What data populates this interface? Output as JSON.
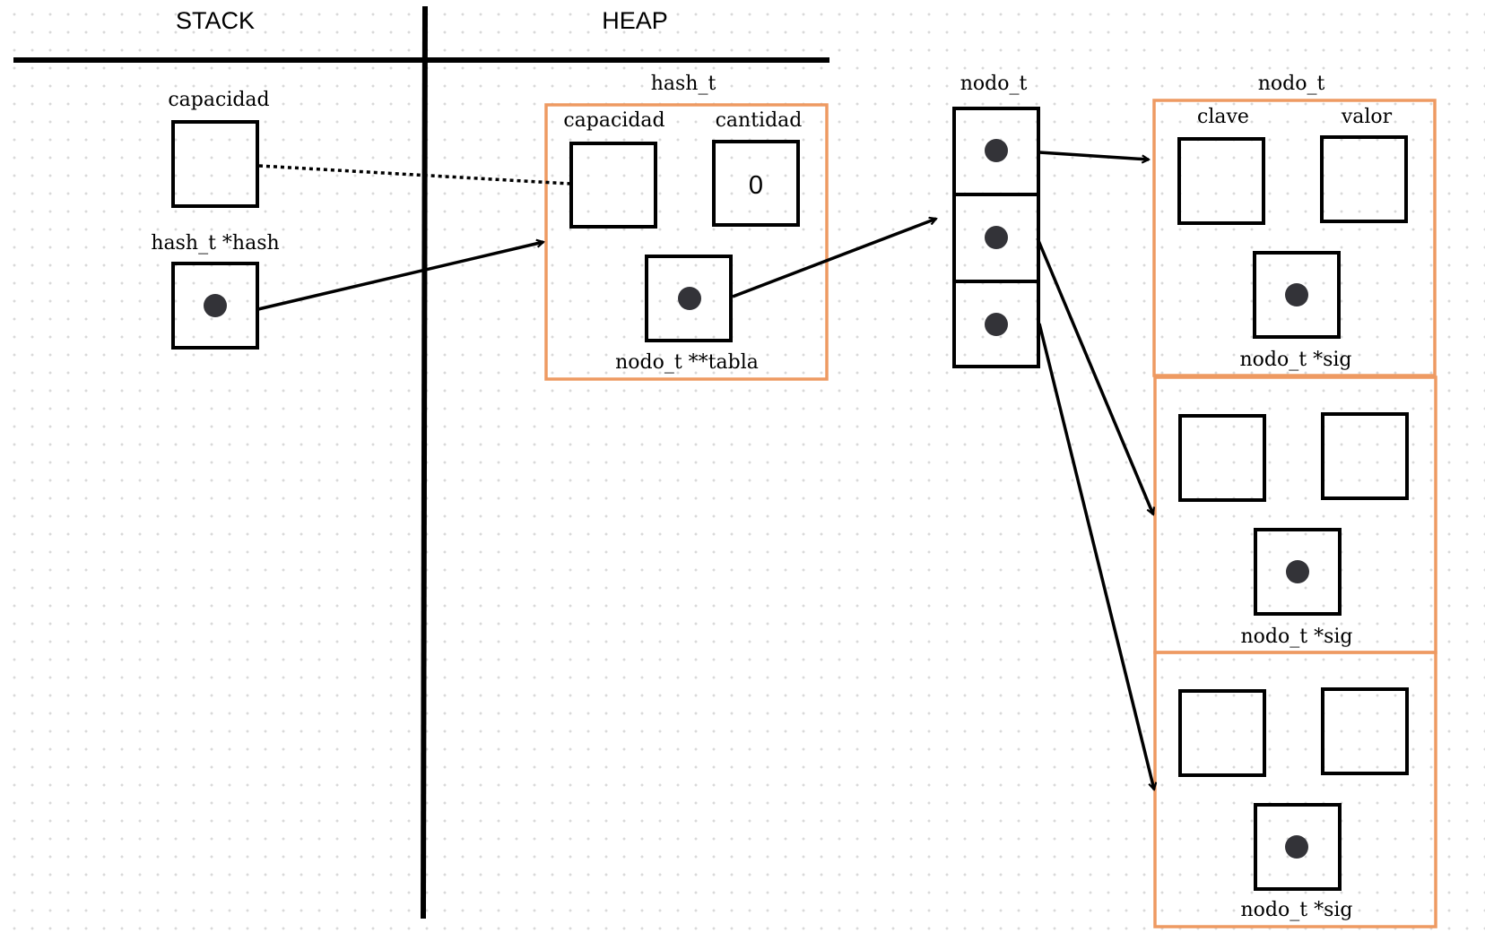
{
  "stack": {
    "header": "STACK",
    "capacidad_label": "capacidad",
    "hash_ptr_label": "hash_t *hash"
  },
  "heap": {
    "header": "HEAP",
    "hash_struct": {
      "title": "hash_t",
      "capacidad_label": "capacidad",
      "cantidad_label": "cantidad",
      "cantidad_value": "0",
      "tabla_label": "nodo_t **tabla"
    },
    "tabla_array": {
      "title": "nodo_t",
      "slots": 3
    },
    "nodes": {
      "title": "nodo_t",
      "clave_label": "clave",
      "valor_label": "valor",
      "sig_label": "nodo_t *sig"
    }
  },
  "colors": {
    "struct_border": "#ee9a62",
    "pointer_dot": "#333338"
  }
}
